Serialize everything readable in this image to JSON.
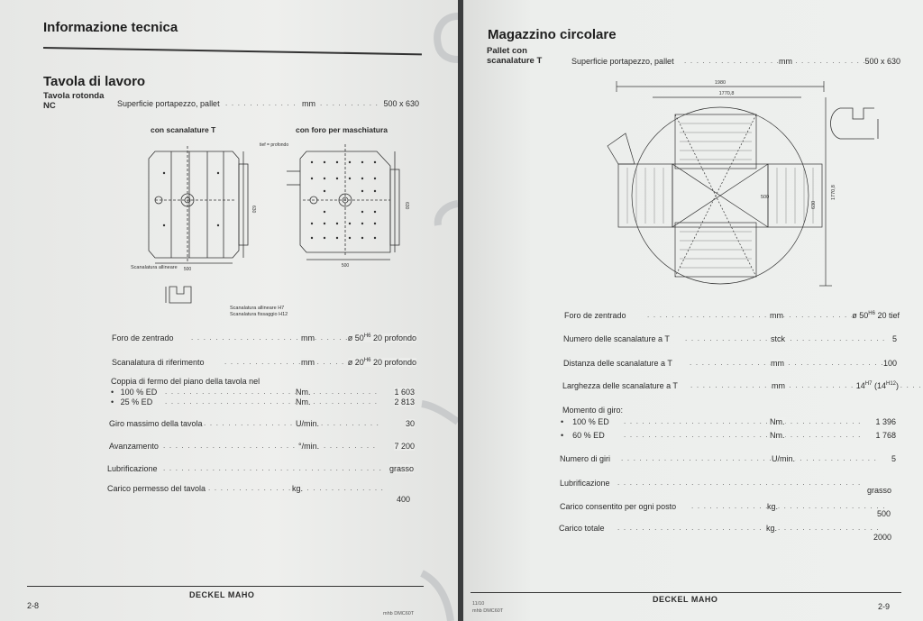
{
  "left": {
    "header": "Informazione tecnica",
    "section_title": "Tavola di lavoro",
    "subtitle": "Tavola rotonda\nNC",
    "spec_line": {
      "label": "Superficie portapezzo, pallet",
      "unit": "mm",
      "value": "500 x 630"
    },
    "caption_a": "con scanalature T",
    "caption_b": "con foro per maschiatura",
    "drawing_labels": {
      "tief_profondo": "tief = profondo",
      "dim_500_a": "500",
      "dim_500_b": "500",
      "dim_630_a": "630",
      "dim_630_b": "630",
      "scanalatura_allineare": "Scanalatura allineare",
      "legend_1": "Scanalatura allineare H7",
      "legend_2": "Scanalatura fissaggio H12"
    },
    "rows": [
      {
        "label": "Foro de zentrado",
        "unit": "mm",
        "value_pre": "ø 50",
        "sup": "H6",
        "value_post": " 20 profondo"
      },
      {
        "label": "Scanalatura di riferimento",
        "unit": "mm",
        "value_pre": "ø 20",
        "sup": "H6",
        "value_post": " 20 profondo"
      }
    ],
    "coppia": {
      "title": "Coppia di fermo del piano della tavola nel",
      "items": [
        {
          "bullet": "•",
          "label": "100 % ED",
          "unit": "Nm.",
          "value": "1 603"
        },
        {
          "bullet": "•",
          "label": "25 % ED",
          "unit": "Nm.",
          "value": "2 813"
        }
      ]
    },
    "rows2": [
      {
        "label": "Giro massimo della tavola",
        "unit": "U/min.",
        "value": "30"
      },
      {
        "label": "Avanzamento",
        "unit": "°/min.",
        "value": "7 200"
      },
      {
        "label": "Lubrificazione",
        "unit": "",
        "value": "grasso"
      },
      {
        "label": "Carico permesso del tavola",
        "unit": "kg.",
        "value": "400"
      }
    ],
    "footer": {
      "page": "2-8",
      "brand": "DECKEL MAHO",
      "code": "mhb DMC60T"
    }
  },
  "right": {
    "header": "Magazzino circolare",
    "subtitle": "Pallet con\nscanalature T",
    "spec_line": {
      "label": "Superficie portapezzo, pallet",
      "unit": "mm",
      "value": "500 x 630"
    },
    "drawing_labels": {
      "d1980": "1980",
      "d1770_top": "1770,8",
      "d1770_side": "1770,8",
      "d500": "500",
      "d630": "630"
    },
    "rows": [
      {
        "label": "Foro de zentrado",
        "unit": "mm",
        "value_pre": "ø 50",
        "sup": "H6",
        "value_post": " 20 tief"
      },
      {
        "label": "Numero delle scanalature a T",
        "unit": "stck",
        "value": "5"
      },
      {
        "label": "Distanza delle scanalature a T",
        "unit": "mm",
        "value": "100"
      },
      {
        "label": "Larghezza delle scanalature a T",
        "unit": "mm",
        "value_pre": "14",
        "sup": "H7",
        "value_post": " (14",
        "sup2": "H12",
        "value_post2": ")"
      }
    ],
    "momento": {
      "title": "Momento di giro:",
      "items": [
        {
          "bullet": "•",
          "label": "100 % ED",
          "unit": "Nm.",
          "value": "1 396"
        },
        {
          "bullet": "•",
          "label": "60 % ED",
          "unit": "Nm.",
          "value": "1 768"
        }
      ]
    },
    "rows2": [
      {
        "label": "Numero di giri",
        "unit": "U/min.",
        "value": "5"
      },
      {
        "label": "Lubrificazione",
        "unit": "",
        "value": "grasso"
      },
      {
        "label": "Carico consentito per ogni posto",
        "unit": "kg.",
        "value": "500"
      },
      {
        "label": "Carico totale",
        "unit": "kg.",
        "value": "2000"
      }
    ],
    "footer": {
      "page": "2-9",
      "brand": "DECKEL MAHO",
      "code1": "11/10",
      "code2": "mhb DMC60T"
    }
  },
  "colors": {
    "paper": "#ebecea",
    "ink": "#2a2a2a",
    "background": "#7e8182",
    "ring": "#c9cbcc"
  }
}
